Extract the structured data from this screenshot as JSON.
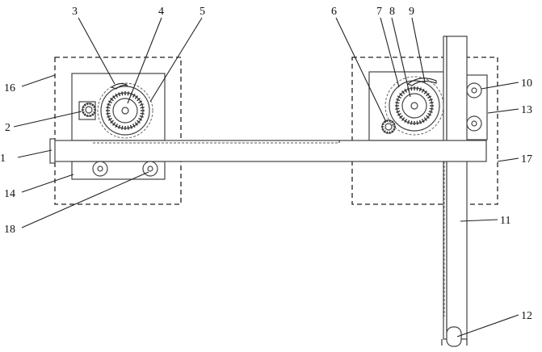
{
  "labels": {
    "l1": "1",
    "l2": "2",
    "l3": "3",
    "l4": "4",
    "l5": "5",
    "l6": "6",
    "l7": "7",
    "l8": "8",
    "l9": "9",
    "l10": "10",
    "l11": "11",
    "l12": "12",
    "l13": "13",
    "l14": "14",
    "l16": "16",
    "l17": "17",
    "l18": "18"
  }
}
